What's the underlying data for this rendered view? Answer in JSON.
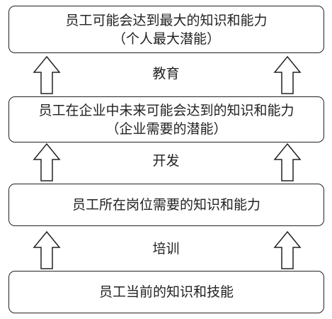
{
  "levels": [
    {
      "line1": "员工可能会达到最大的知识和能力",
      "line2": "（个人最大潜能）"
    },
    {
      "line1": "员工在企业中未来可能会达到的知识和能力",
      "line2": "（企业需要的潜能）"
    },
    {
      "line1": "员工所在岗位需要的知识和能力"
    },
    {
      "line1": "员工当前的知识和技能"
    }
  ],
  "connectors": [
    {
      "label": "教育"
    },
    {
      "label": "开发"
    },
    {
      "label": "培训"
    }
  ]
}
